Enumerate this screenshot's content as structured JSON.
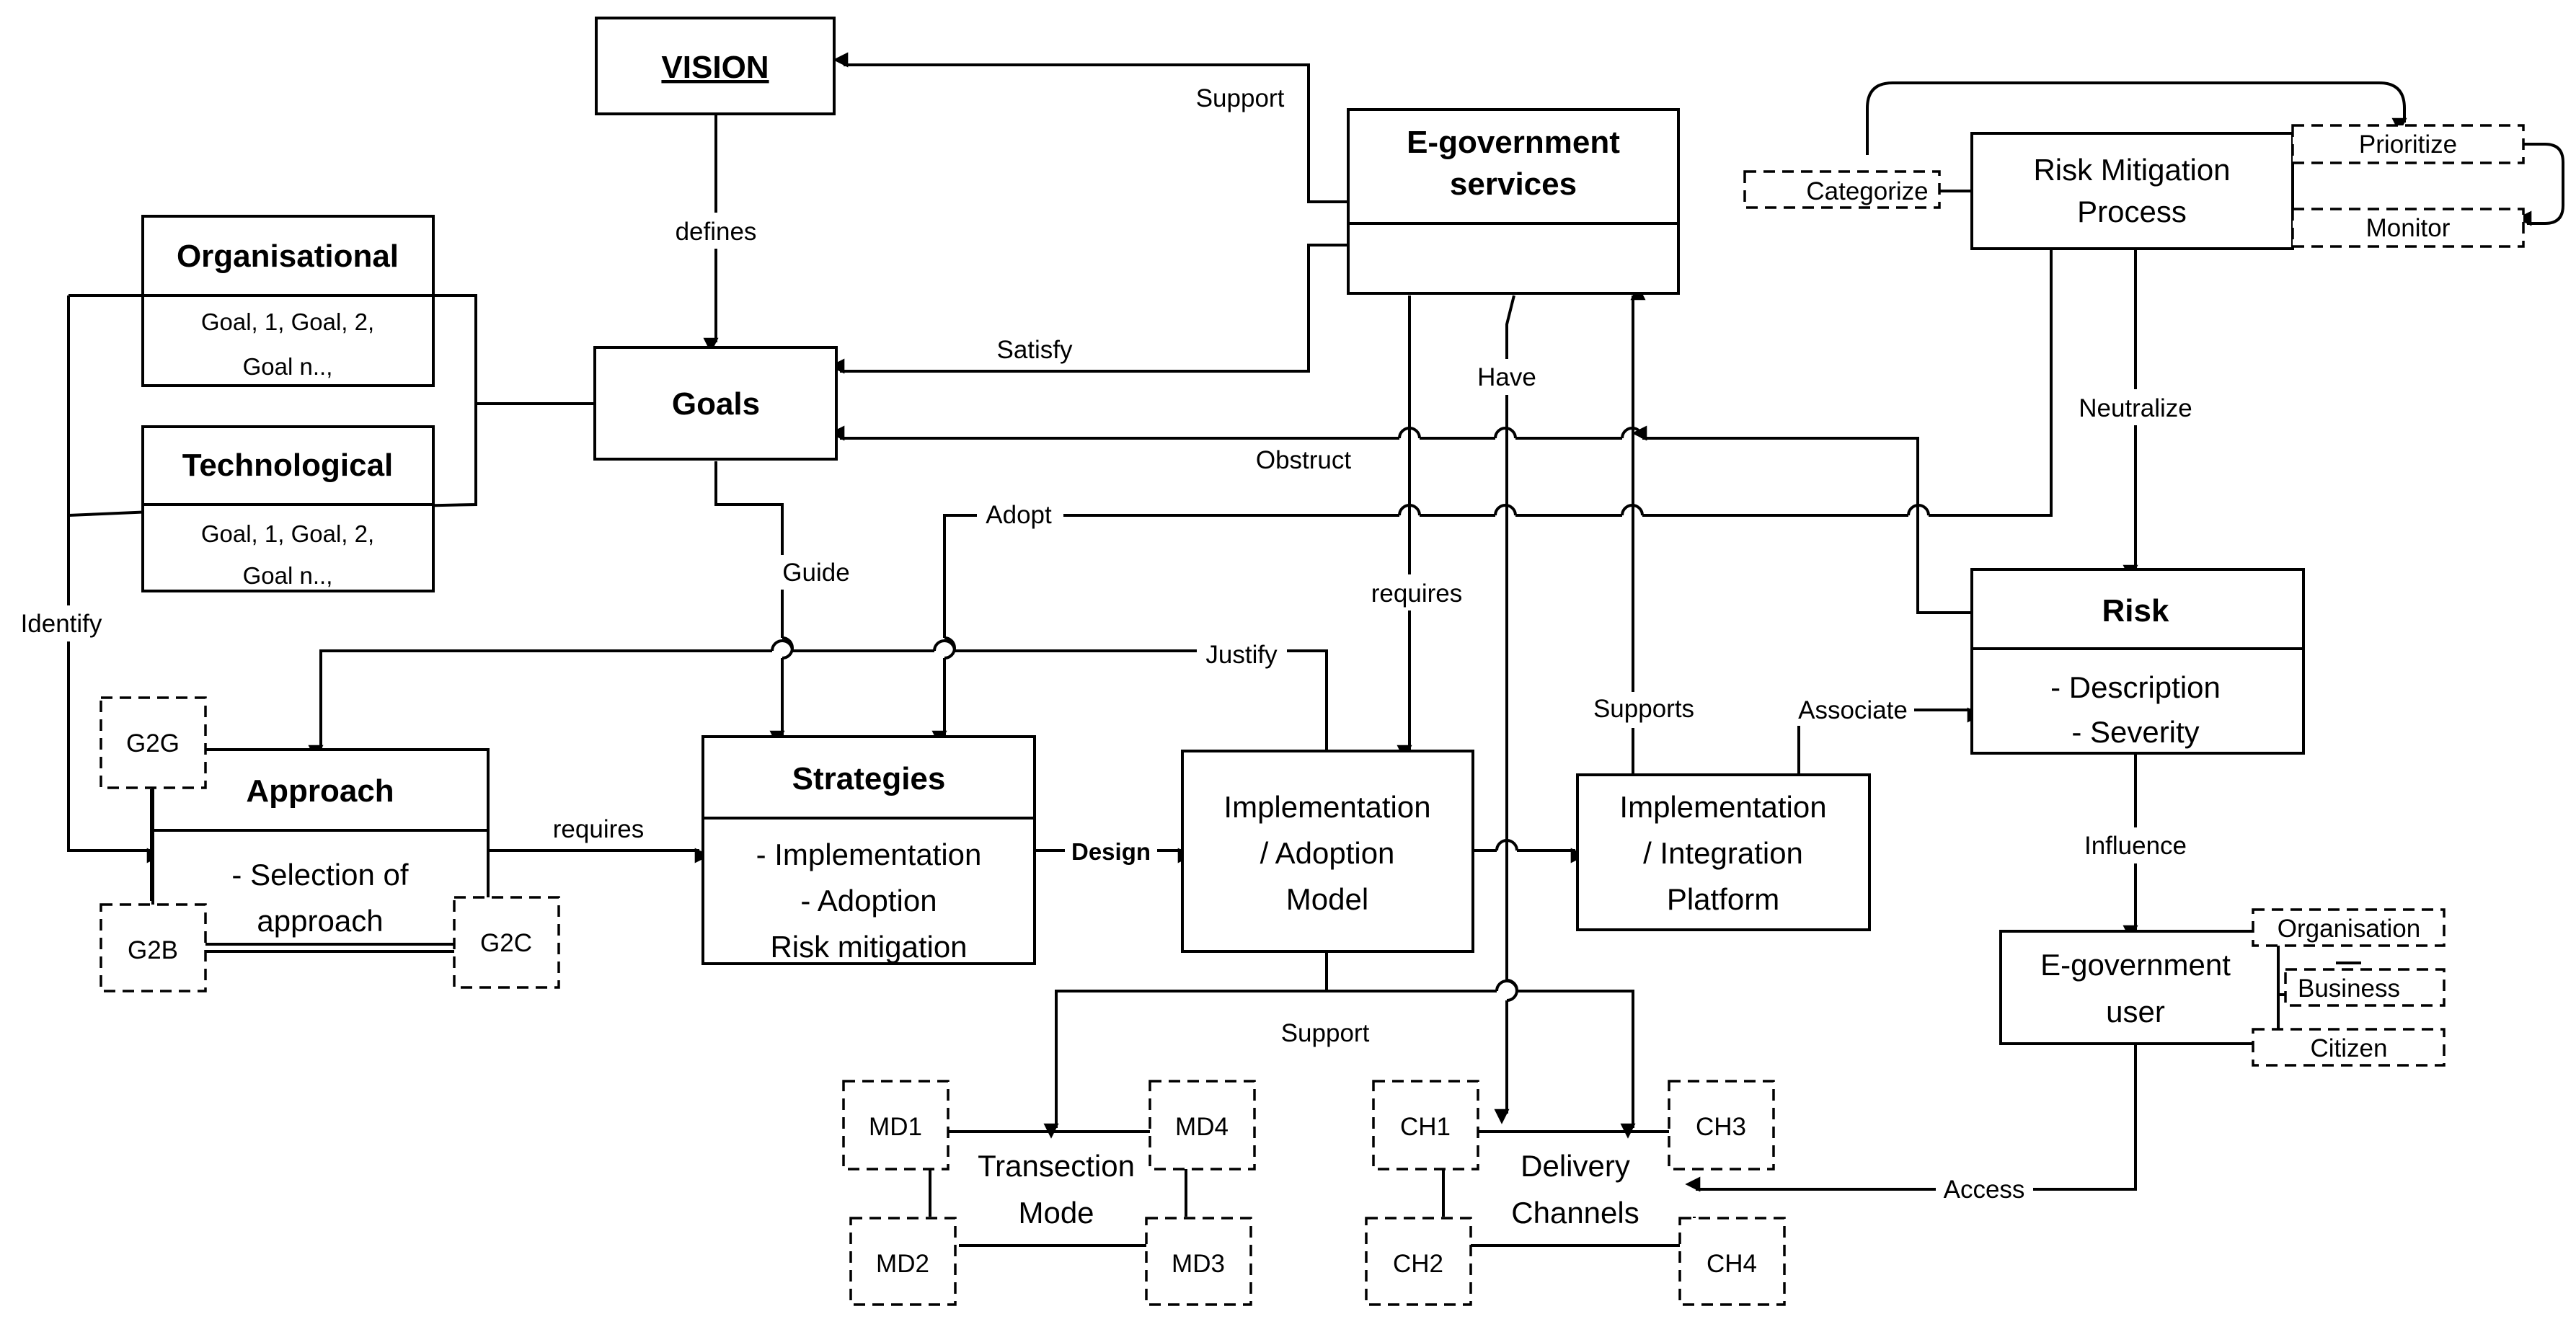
{
  "nodes": {
    "vision": "VISION",
    "egov_services": [
      "E-government",
      "services"
    ],
    "goals": "Goals",
    "organisational": {
      "title": "Organisational",
      "lines": [
        "Goal, 1, Goal, 2,",
        "Goal n..,"
      ]
    },
    "technological": {
      "title": "Technological",
      "lines": [
        "Goal, 1, Goal, 2,",
        "Goal n..,"
      ]
    },
    "risk_mitigation": [
      "Risk Mitigation",
      "Process"
    ],
    "categorize": "Categorize",
    "prioritize": "Prioritize",
    "monitor": "Monitor",
    "risk": {
      "title": "Risk",
      "lines": [
        "- Description",
        "- Severity"
      ]
    },
    "approach": {
      "title": "Approach",
      "lines": [
        "- Selection of",
        "approach"
      ]
    },
    "g2g": "G2G",
    "g2b": "G2B",
    "g2c": "G2C",
    "strategies": {
      "title": "Strategies",
      "lines": [
        "- Implementation",
        "- Adoption",
        "Risk mitigation"
      ]
    },
    "impl_model": [
      "Implementation",
      "/ Adoption",
      "Model"
    ],
    "impl_platform": [
      "Implementation",
      "/ Integration",
      "Platform"
    ],
    "egov_user": [
      "E-government",
      "user"
    ],
    "organisation": "Organisation",
    "business": "Business",
    "citizen": "Citizen",
    "transaction_mode": [
      "Transection",
      "Mode"
    ],
    "md1": "MD1",
    "md2": "MD2",
    "md3": "MD3",
    "md4": "MD4",
    "delivery_channels": [
      "Delivery",
      "Channels"
    ],
    "ch1": "CH1",
    "ch2": "CH2",
    "ch3": "CH3",
    "ch4": "CH4"
  },
  "edges": {
    "support_top": "Support",
    "defines": "defines",
    "satisfy": "Satisfy",
    "have": "Have",
    "obstruct": "Obstruct",
    "neutralize": "Neutralize",
    "adopt": "Adopt",
    "guide": "Guide",
    "requires_mid": "requires",
    "identify": "Identify",
    "justify": "Justify",
    "supports": "Supports",
    "associate": "Associate",
    "requires_left": "requires",
    "design": "Design",
    "influence": "Influence",
    "support_bottom": "Support",
    "access": "Access"
  }
}
